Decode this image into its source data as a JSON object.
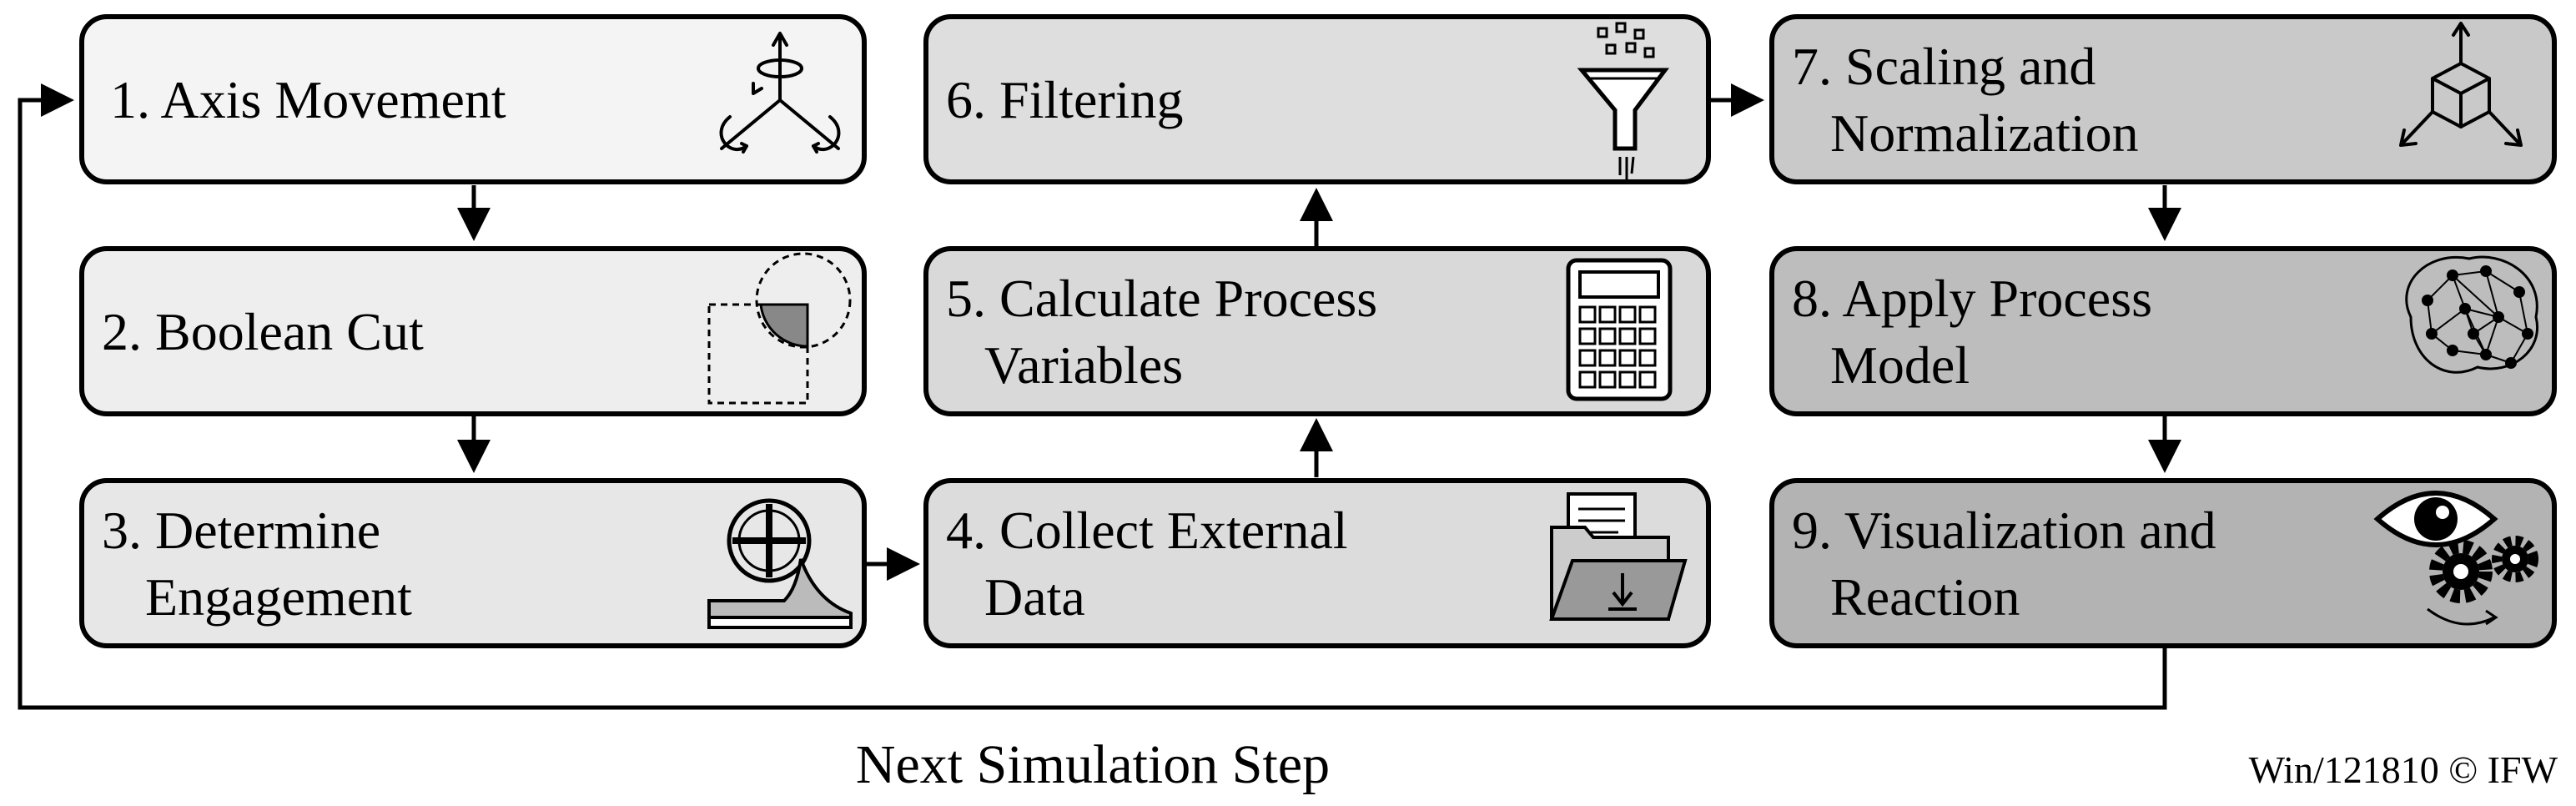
{
  "steps": [
    {
      "id": "1",
      "lines": [
        "1. Axis Movement"
      ],
      "fill": "#f4f4f4",
      "icon": "rotation-axes-icon"
    },
    {
      "id": "2",
      "lines": [
        "2. Boolean Cut"
      ],
      "fill": "#eeeeee",
      "icon": "boolean-intersection-icon"
    },
    {
      "id": "3",
      "lines": [
        "3. Determine",
        "Engagement"
      ],
      "fill": "#e7e7e7",
      "icon": "tool-engagement-icon"
    },
    {
      "id": "4",
      "lines": [
        "4. Collect External",
        "Data"
      ],
      "fill": "#dcdcdc",
      "icon": "folder-download-icon"
    },
    {
      "id": "5",
      "lines": [
        "5. Calculate Process",
        "Variables"
      ],
      "fill": "#d9d9d9",
      "icon": "calculator-icon"
    },
    {
      "id": "6",
      "lines": [
        "6. Filtering"
      ],
      "fill": "#dedede",
      "icon": "filter-funnel-icon"
    },
    {
      "id": "7",
      "lines": [
        "7. Scaling and",
        "Normalization"
      ],
      "fill": "#c9c9c9",
      "icon": "scaling-cube-icon"
    },
    {
      "id": "8",
      "lines": [
        "8. Apply Process",
        "Model"
      ],
      "fill": "#bdbdbd",
      "icon": "neural-network-brain-icon"
    },
    {
      "id": "9",
      "lines": [
        "9. Visualization and",
        "Reaction"
      ],
      "fill": "#b3b3b3",
      "icon": "eye-gears-icon"
    }
  ],
  "feedback_label": "Next Simulation Step",
  "credit": "Win/121810 © IFW"
}
